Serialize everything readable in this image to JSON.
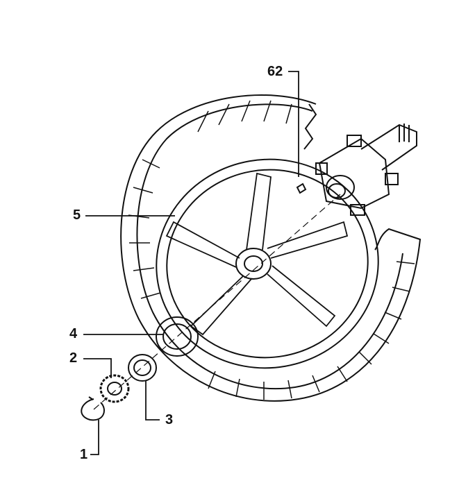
{
  "diagram": {
    "callouts": [
      {
        "id": "62",
        "label": "62"
      },
      {
        "id": "5",
        "label": "5"
      },
      {
        "id": "4",
        "label": "4"
      },
      {
        "id": "2",
        "label": "2"
      },
      {
        "id": "3",
        "label": "3"
      },
      {
        "id": "1",
        "label": "1"
      }
    ]
  }
}
